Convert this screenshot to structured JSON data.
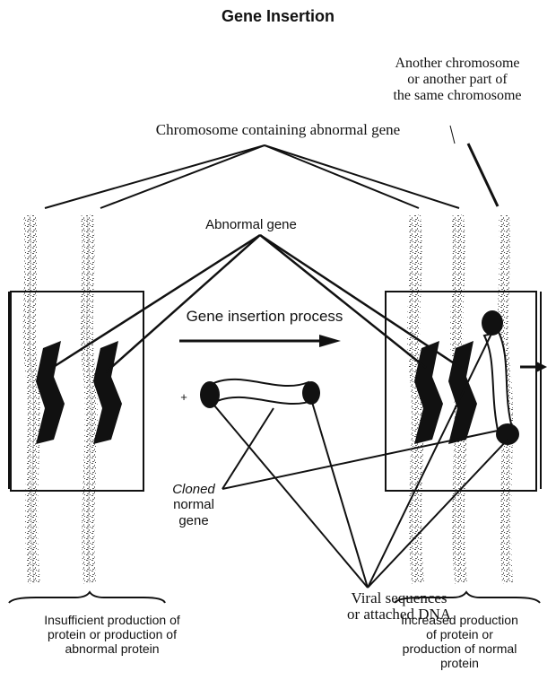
{
  "title": "Gene Insertion",
  "labels": {
    "another_chromosome": [
      "Another chromosome",
      "or another part of",
      "the same chromosome"
    ],
    "chromosome_abnormal": "Chromosome containing abnormal gene",
    "abnormal_gene": "Abnormal gene",
    "process": "Gene insertion process",
    "plus_sign": "+",
    "cloned_gene": [
      "Cloned",
      "normal",
      "gene"
    ],
    "viral_sequences": [
      "Viral sequences",
      "or attached DNA"
    ]
  },
  "outcomes": {
    "left": [
      "Insufficient production of",
      "protein or production of",
      "abnormal protein"
    ],
    "right": [
      "Increased production",
      "of protein or",
      "production of normal",
      "protein"
    ]
  }
}
